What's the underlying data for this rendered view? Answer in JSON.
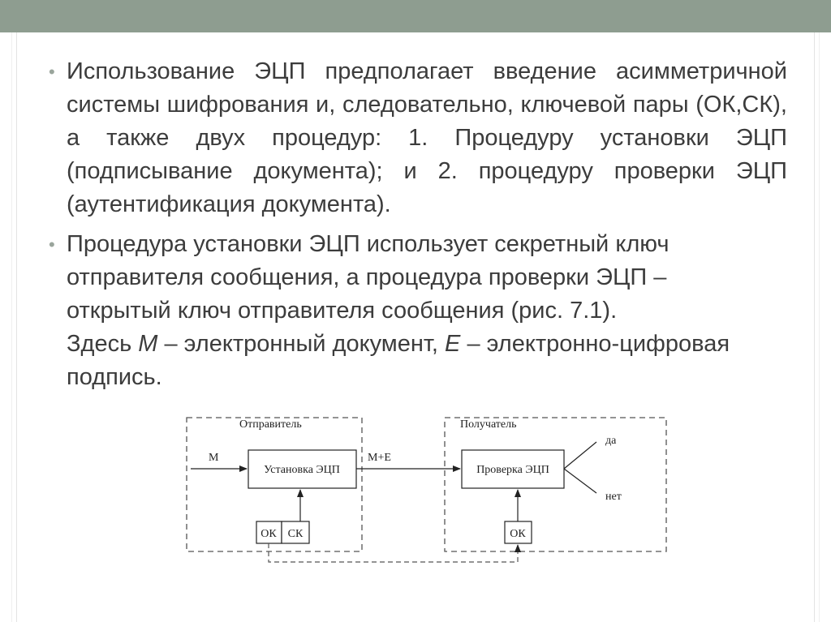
{
  "slide": {
    "bullets": [
      {
        "text": "Использование ЭЦП предполагает введение асимметричной системы шифрования и, следовательно, ключевой пары (ОК,СК), а также двух процедур: 1. Процедуру установки ЭЦП (подписывание документа); и 2. процедуру проверки ЭЦП (аутентификация документа)."
      },
      {
        "line1": "Процедура установки ЭЦП использует секретный ключ",
        "line2": "отправителя сообщения, а процедура проверки ЭЦП –",
        "line3": "открытый ключ отправителя сообщения (рис. 7.1).",
        "line4_a": "Здесь ",
        "line4_m": "М",
        "line4_b": " – электронный документ, ",
        "line4_e": "Е",
        "line4_c": " – электронно-цифровая",
        "line5": "подпись."
      }
    ]
  },
  "diagram": {
    "sender_label": "Отправитель",
    "receiver_label": "Получатель",
    "input_label": "М",
    "signing_box": "Установка ЭЦП",
    "transfer_label": "М+Е",
    "verify_box": "Проверка ЭЦП",
    "result_yes": "да",
    "result_no": "нет",
    "sender_public_key": "ОК",
    "sender_secret_key": "СК",
    "receiver_public_key": "ОК"
  }
}
